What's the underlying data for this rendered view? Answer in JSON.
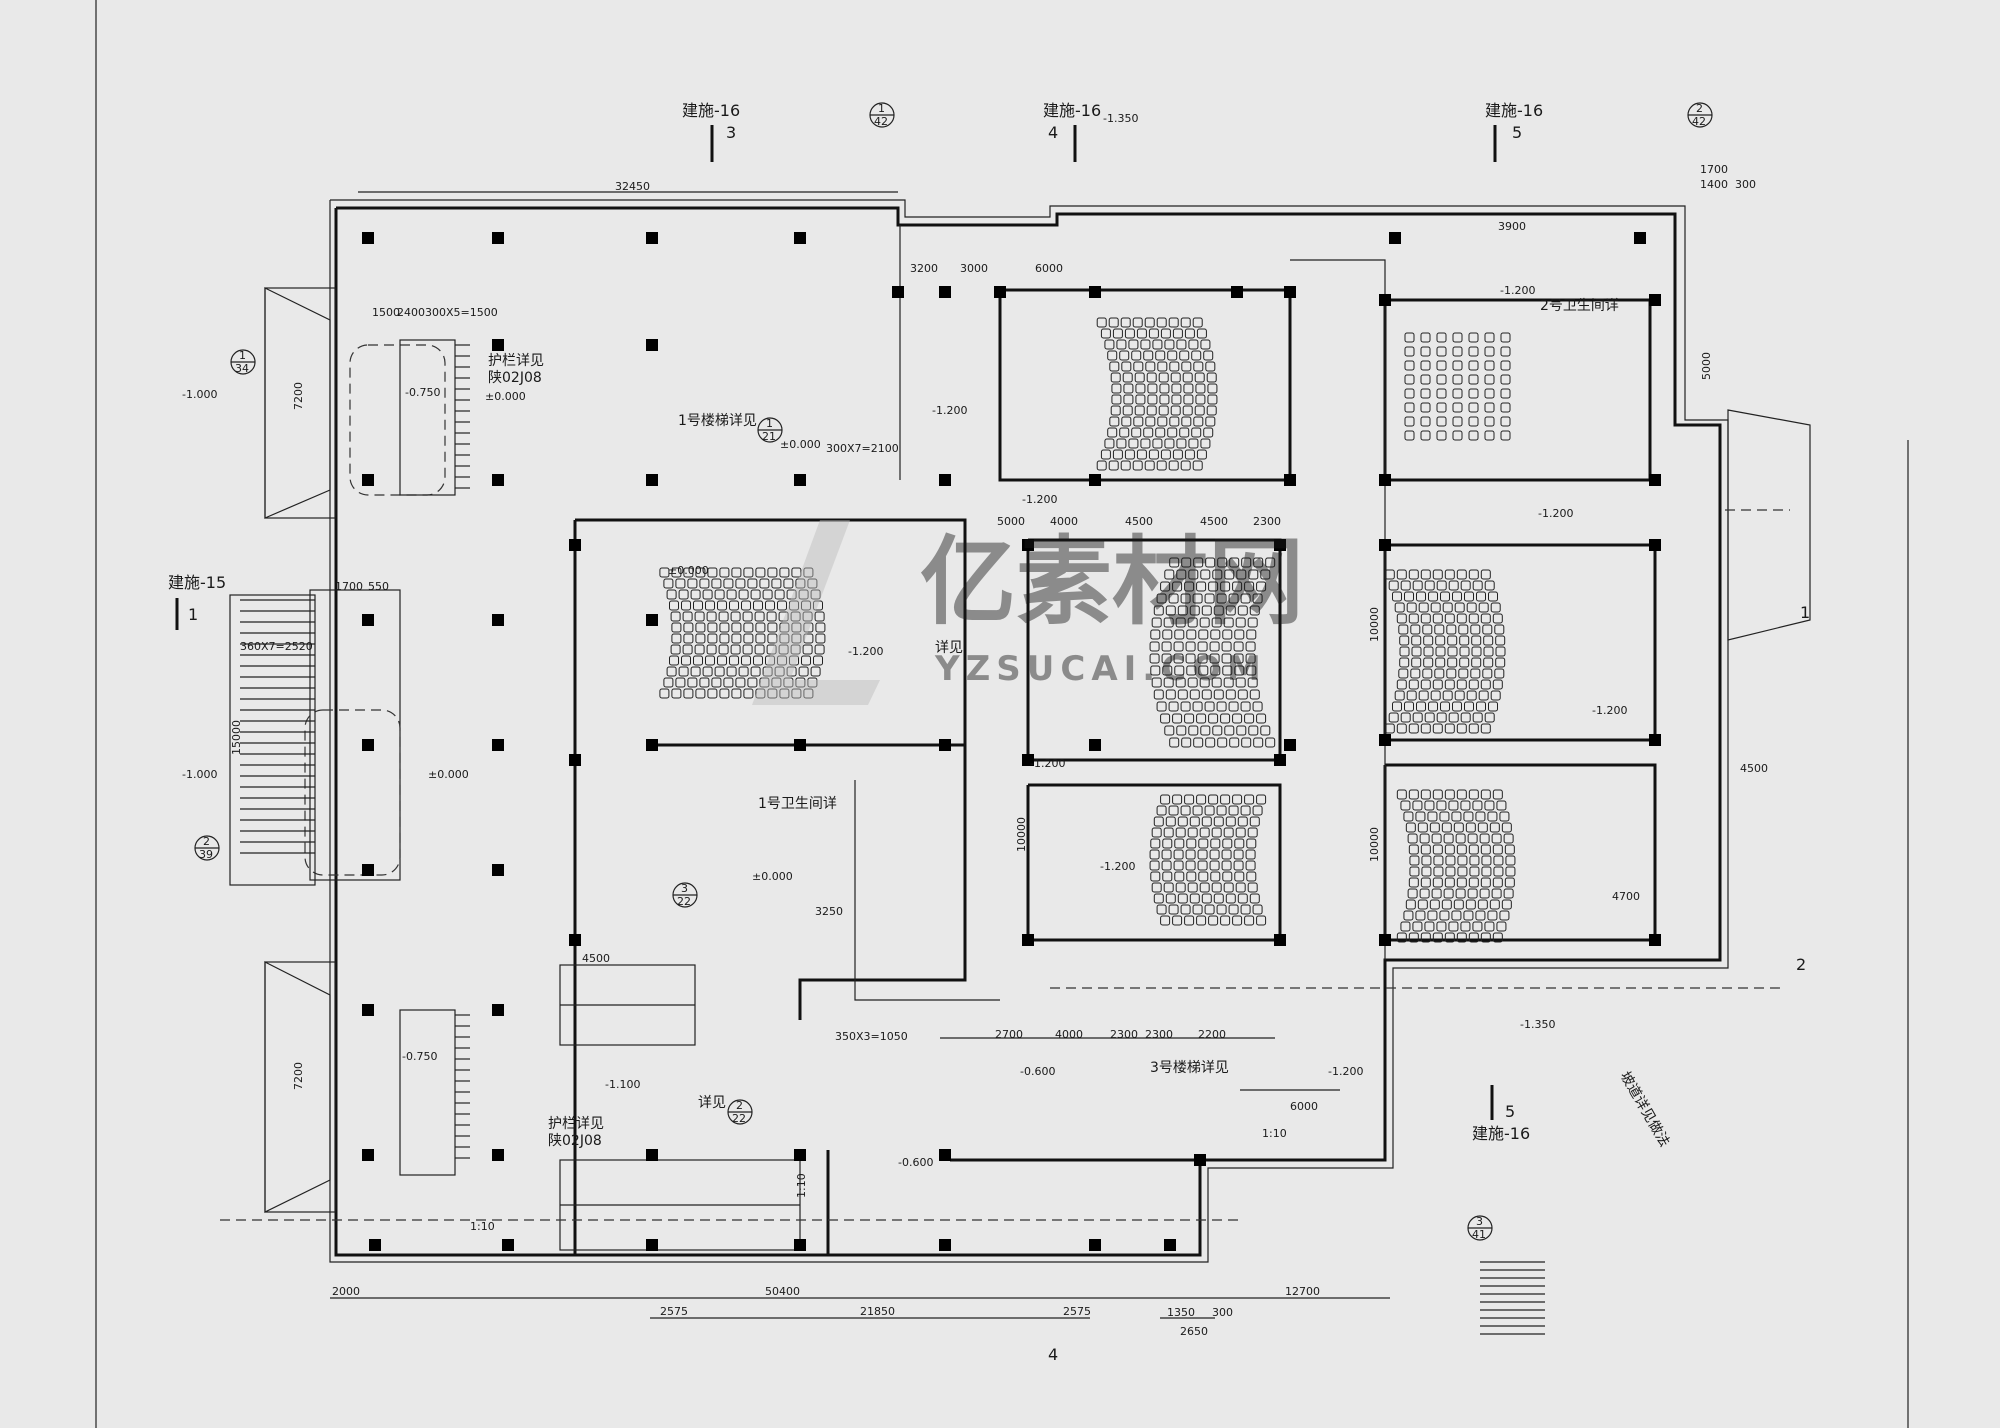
{
  "plan": {
    "section_marks": [
      {
        "id": "sec-3",
        "ref": "建施-16",
        "num": "3"
      },
      {
        "id": "sec-4",
        "ref": "建施-16",
        "num": "4"
      },
      {
        "id": "sec-5-top",
        "ref": "建施-16",
        "num": "5"
      },
      {
        "id": "sec-1",
        "ref": "建施-15",
        "num": "1"
      },
      {
        "id": "sec-5-bottom",
        "ref": "建施-16",
        "num": "5"
      }
    ],
    "detail_callouts": [
      {
        "top": "1",
        "bottom": "42"
      },
      {
        "top": "2",
        "bottom": "42"
      },
      {
        "top": "1",
        "bottom": "34"
      },
      {
        "top": "2",
        "bottom": "39"
      },
      {
        "top": "1",
        "bottom": "21"
      },
      {
        "top": "3",
        "bottom": "22"
      },
      {
        "top": "2",
        "bottom": "22"
      },
      {
        "top": "3",
        "bottom": "41"
      }
    ],
    "room_labels": {
      "stair1": "1号楼梯详见",
      "stair3": "3号楼梯详见",
      "toilet1": "1号卫生间详",
      "toilet2": "2号卫生间详",
      "railing_top": "护栏详见",
      "railing_top_ref": "陕02J08",
      "railing_bottom": "护栏详见",
      "railing_bottom_ref": "陕02J08",
      "see_detail1": "详见",
      "see_detail2": "详见",
      "slope_note": "坡道详见做法"
    },
    "elevations": [
      "-1.000",
      "-0.750",
      "±0.000",
      "±0.000",
      "-1.200",
      "-1.200",
      "±0.000",
      "-1.200",
      "-1.200",
      "-1.200",
      "-1.000",
      "±0.000",
      "-1.200",
      "±0.000",
      "-1.200",
      "-0.750",
      "-1.100",
      "-0.600",
      "-0.600",
      "-1.200",
      "-1.350",
      "-1.350",
      "-1.200"
    ],
    "dims_bottom": [
      "2000",
      "50400",
      "12700",
      "2575",
      "21850",
      "2575",
      "2650",
      "1350",
      "300"
    ],
    "dims_top": [
      "32450",
      "3200",
      "3000",
      "6000",
      "3900",
      "1700",
      "1400",
      "300"
    ],
    "dims_mid": [
      "5000",
      "4000",
      "4500",
      "4500",
      "2300",
      "2300",
      "2700",
      "4000",
      "2300",
      "2200",
      "4500",
      "3250",
      "4500",
      "1700",
      "550",
      "7200",
      "7200",
      "15000",
      "1500",
      "2400",
      "300X5=1500",
      "360X7=2520",
      "300X7=2100",
      "350X3=1050",
      "6000",
      "10000",
      "10000",
      "10000",
      "5000",
      "4700",
      "1:10",
      "1:10",
      "1:10"
    ],
    "axis_labels": [
      "1",
      "2",
      "4"
    ],
    "watermark": {
      "cn": "亿素材网",
      "en": "YZSUCAI.COM"
    }
  }
}
